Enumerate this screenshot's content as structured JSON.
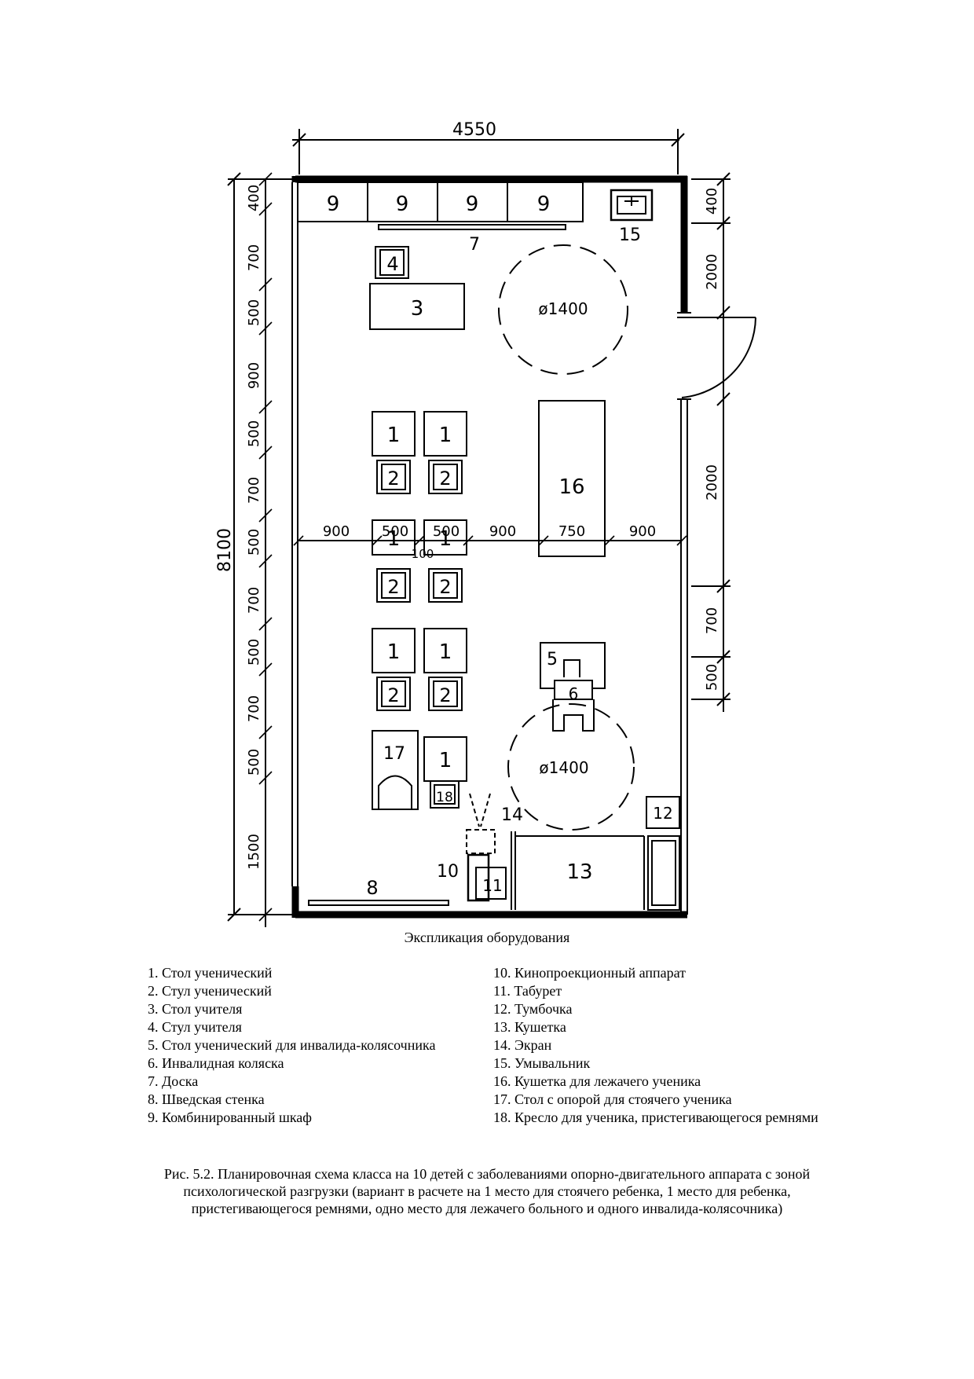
{
  "plan": {
    "dims": {
      "overall_width": "4550",
      "overall_height": "8100",
      "left_segments": [
        "400",
        "700",
        "500",
        "900",
        "500",
        "700",
        "500",
        "700",
        "500",
        "700",
        "500",
        "1500"
      ],
      "right_segments": [
        "400",
        "2000",
        "2000",
        "700",
        "500"
      ],
      "row_dims": [
        "900",
        "500",
        "500",
        "900",
        "750",
        "900"
      ],
      "gap": "100"
    },
    "items": {
      "cabinet": "9",
      "board": "7",
      "sink": "15",
      "teacher_chair": "4",
      "teacher_table": "3",
      "circle_top": "ø1400",
      "circle_bottom": "ø1400",
      "student_desk": "1",
      "student_chair": "2",
      "couch_lying": "16",
      "wheelchair_desk": "5",
      "wheelchair": "6",
      "standing_desk": "17",
      "strap_chair": "18",
      "bars": "8",
      "projector": "10",
      "stool": "11",
      "screen": "14",
      "nightstand": "12",
      "couch": "13"
    }
  },
  "legend": {
    "title": "Экспликация оборудования",
    "left": [
      "1. Стол ученический",
      "2. Стул ученический",
      "3. Стол учителя",
      "4. Стул учителя",
      "5. Стол ученический для инвалида-колясочника",
      "6. Инвалидная коляска",
      "7. Доска",
      "8. Шведская стенка",
      "9. Комбинированный шкаф"
    ],
    "right": [
      "10. Кинопроекционный аппарат",
      "11. Табурет",
      "12. Тумбочка",
      "13. Кушетка",
      "14. Экран",
      "15. Умывальник",
      "16. Кушетка для лежачего ученика",
      "17. Стол с опорой для стоячего ученика",
      "18. Кресло для ученика, пристегивающегося ремнями"
    ]
  },
  "caption": "Рис. 5.2. Планировочная схема класса на 10 детей с заболеваниями опорно-двигательного аппарата с зоной психологической разгрузки (вариант в расчете на 1 место для стоячего ребенка, 1 место для ребенка, пристегивающегося ремнями, одно место для лежачего больного и одного инвалида-колясочника)"
}
